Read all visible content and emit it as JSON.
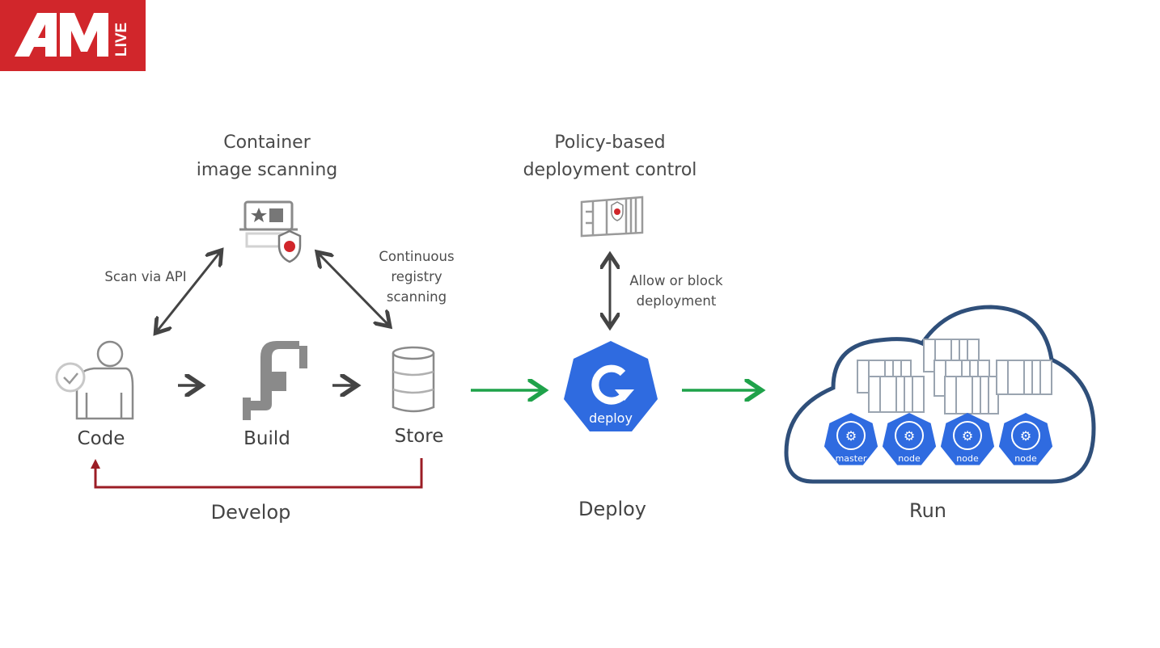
{
  "brand": {
    "logo_text": "AM",
    "logo_subtext": "LIVE",
    "logo_color": "#d1262b"
  },
  "colors": {
    "develop_loop": "#9b1d25",
    "flow_arrow": "#1fa24a",
    "k8s_blue": "#2f6be0",
    "icon_gray": "#8a8a8a",
    "arrow_dark": "#444444",
    "cloud_outline": "#2f4f7a"
  },
  "develop": {
    "scanning_title": [
      "Container",
      "image scanning"
    ],
    "scan_api_label": "Scan via API",
    "registry_label": [
      "Continuous",
      "registry",
      "scanning"
    ],
    "nodes": [
      {
        "id": "code",
        "label": "Code",
        "icon": "user-check-icon"
      },
      {
        "id": "build",
        "label": "Build",
        "icon": "pipe-icon"
      },
      {
        "id": "store",
        "label": "Store",
        "icon": "database-icon"
      }
    ],
    "stage_label": "Develop"
  },
  "deploy": {
    "policy_title": [
      "Policy-based",
      "deployment control"
    ],
    "allow_label": [
      "Allow or block",
      "deployment"
    ],
    "badge_label": "deploy",
    "stage_label": "Deploy"
  },
  "run": {
    "k8s_nodes": [
      "master",
      "node",
      "node",
      "node"
    ],
    "stage_label": "Run"
  }
}
